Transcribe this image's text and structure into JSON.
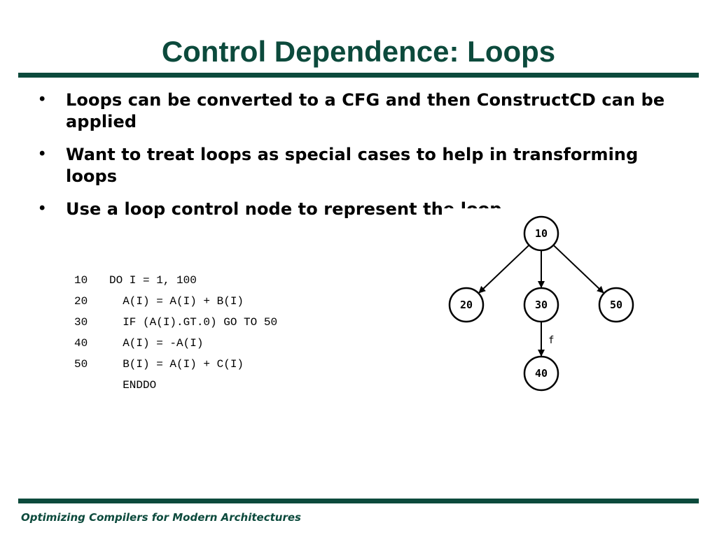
{
  "slide": {
    "title": "Control Dependence: Loops",
    "bullets": [
      {
        "text": "Loops can be converted to a CFG and then ConstructCD can be applied"
      },
      {
        "text": "Want to treat loops as special cases to help in transforming loops"
      },
      {
        "text": "Use a loop control node to represent the loop"
      }
    ],
    "code": [
      {
        "num": "10",
        "text": "DO I = 1, 100",
        "indent": ""
      },
      {
        "num": "20",
        "text": "A(I) = A(I) + B(I)",
        "indent": "  "
      },
      {
        "num": "30",
        "text": "IF (A(I).GT.0) GO TO 50",
        "indent": "  "
      },
      {
        "num": "40",
        "text": "A(I) = -A(I)",
        "indent": "  "
      },
      {
        "num": "50",
        "text": "B(I) = A(I) + C(I)",
        "indent": "  "
      },
      {
        "num": "",
        "text": "ENDDO",
        "indent": "  "
      }
    ],
    "footer": "Optimizing Compilers for Modern Architectures"
  },
  "graph": {
    "nodes": [
      {
        "id": "n10",
        "label": "10"
      },
      {
        "id": "n20",
        "label": "20"
      },
      {
        "id": "n30",
        "label": "30"
      },
      {
        "id": "n50",
        "label": "50"
      },
      {
        "id": "n40",
        "label": "40"
      }
    ],
    "edges": [
      {
        "from": "n10",
        "to": "n20",
        "label": ""
      },
      {
        "from": "n10",
        "to": "n30",
        "label": ""
      },
      {
        "from": "n10",
        "to": "n50",
        "label": ""
      },
      {
        "from": "n30",
        "to": "n40",
        "label": "f"
      }
    ],
    "colors": {
      "title": "#0c4a3c",
      "rule": "#0c4a3c",
      "node_stroke": "#000000"
    }
  }
}
